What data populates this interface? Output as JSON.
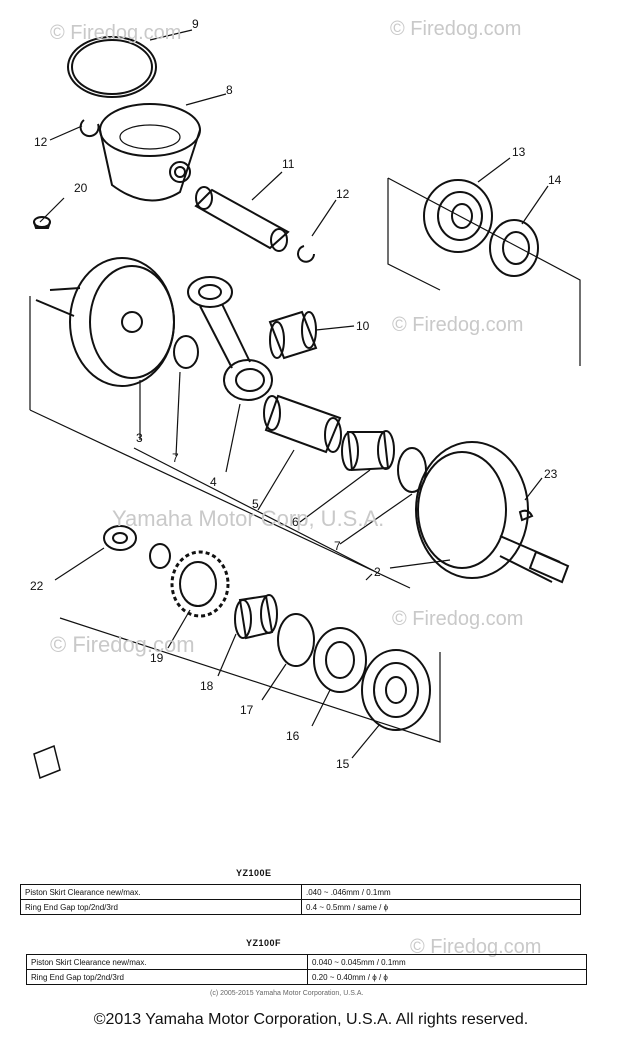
{
  "watermark": {
    "corner": "© Firedog.com",
    "center": "Yamaha Motor Corp, U.S.A.",
    "brand": "firedog.com"
  },
  "callouts": [
    "9",
    "8",
    "12",
    "11",
    "12",
    "20",
    "13",
    "14",
    "10",
    "3",
    "7",
    "4",
    "5",
    "6",
    "7",
    "2",
    "23",
    "22",
    "19",
    "18",
    "17",
    "16",
    "15"
  ],
  "specs": [
    {
      "title": "YZ100E",
      "rows": [
        {
          "label": "Piston Skirt Clearance new/max.",
          "value": ".040 ~ .046mm / 0.1mm"
        },
        {
          "label": "Ring End Gap top/2nd/3rd",
          "value": "0.4 ~ 0.5mm / same / ϕ"
        }
      ]
    },
    {
      "title": "YZ100F",
      "rows": [
        {
          "label": "Piston Skirt Clearance new/max.",
          "value": "0.040 ~ 0.045mm / 0.1mm"
        },
        {
          "label": "Ring End Gap top/2nd/3rd",
          "value": "0.20 ~ 0.40mm / ϕ / ϕ"
        }
      ]
    }
  ],
  "small_copyright": "(c) 2005-2015 Yamaha Motor Corporation, U.S.A.",
  "footer": "©2013 Yamaha Motor Corporation, U.S.A. All rights reserved."
}
